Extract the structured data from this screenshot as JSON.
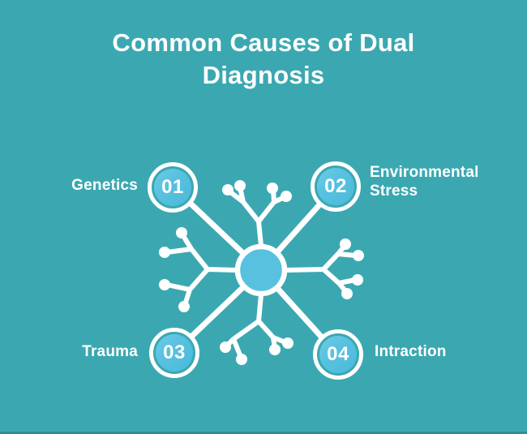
{
  "title": "Common Causes of Dual Diagnosis",
  "colors": {
    "background": "#3BA8B1",
    "accent_blue": "#57C1DF",
    "line_white": "#FFFFFF",
    "text_white": "#FFFFFF"
  },
  "diagram": {
    "type": "hub-and-spoke-neuron",
    "hub_icon": "neuron-cell",
    "nodes": [
      {
        "number": "01",
        "label": "Genetics",
        "position": "top-left"
      },
      {
        "number": "02",
        "label": "Environmental\nStress",
        "position": "top-right"
      },
      {
        "number": "03",
        "label": "Trauma",
        "position": "bottom-left"
      },
      {
        "number": "04",
        "label": "Intraction",
        "position": "bottom-right"
      }
    ]
  }
}
